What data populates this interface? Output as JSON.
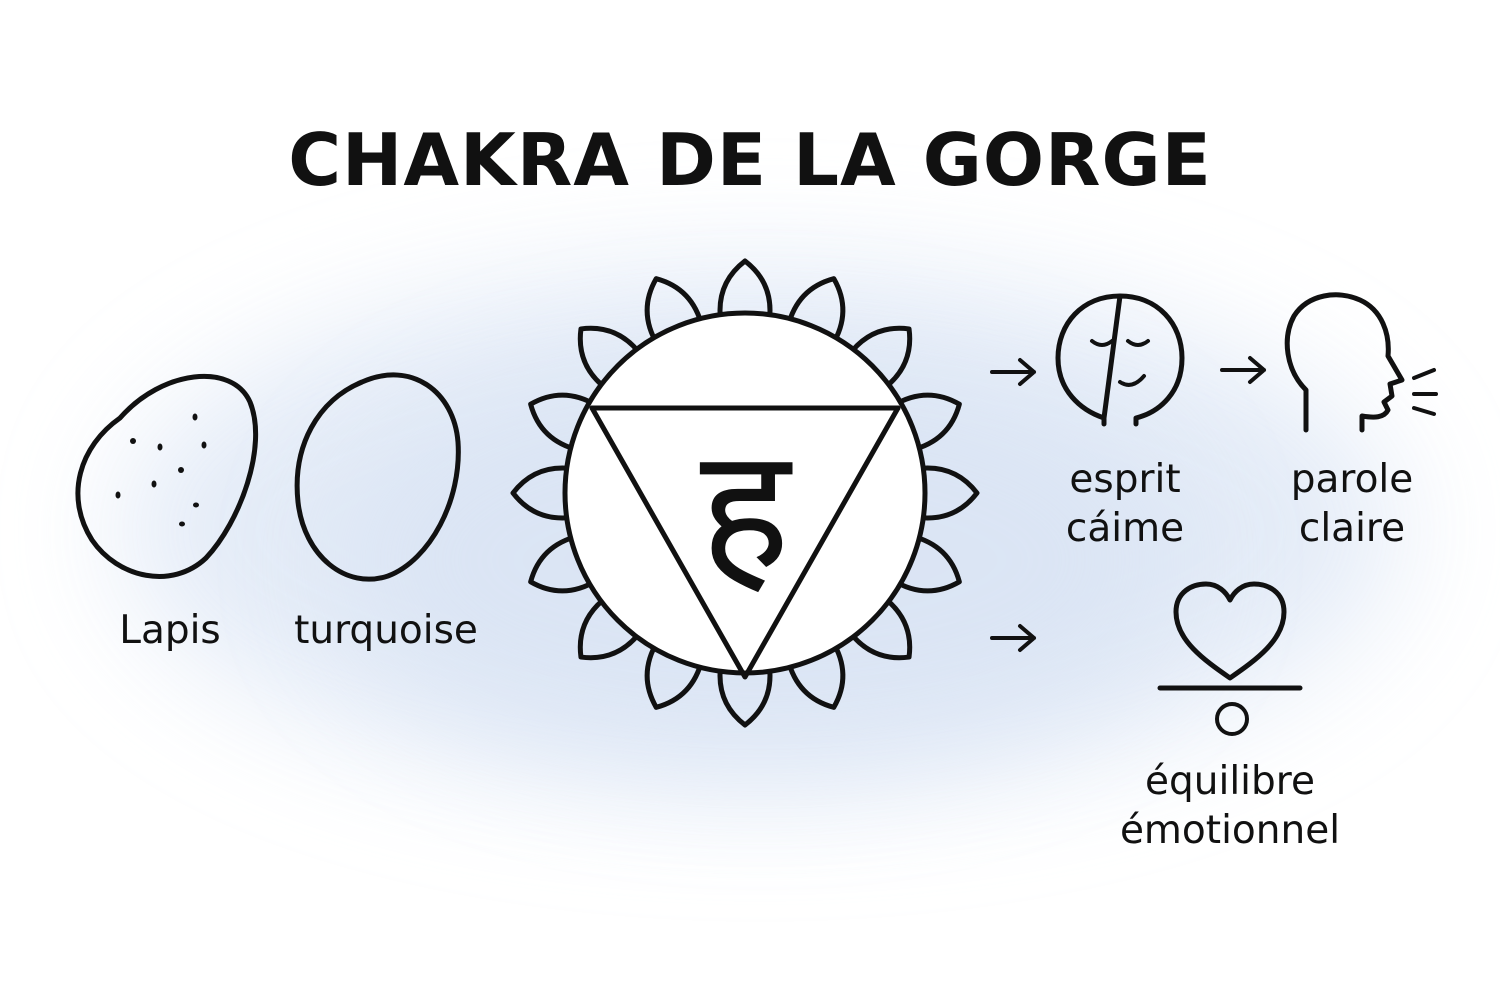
{
  "title": "CHAKRA DE LA GORGE",
  "stones": [
    {
      "label": "Lapis"
    },
    {
      "label": "turquoise"
    }
  ],
  "symbol": {
    "glyph": "ह",
    "petals": 16
  },
  "benefits": [
    {
      "lines": [
        "esprit",
        "cáime"
      ],
      "icon": "calm-face-icon"
    },
    {
      "lines": [
        "parole",
        "claire"
      ],
      "icon": "speaking-head-icon"
    },
    {
      "lines": [
        "équilibre",
        "émotionnel"
      ],
      "icon": "balanced-heart-icon"
    }
  ],
  "arrow_glyph": "→",
  "colors": {
    "ink": "#111111",
    "glow": "#dfe8f6",
    "background": "#ffffff"
  }
}
